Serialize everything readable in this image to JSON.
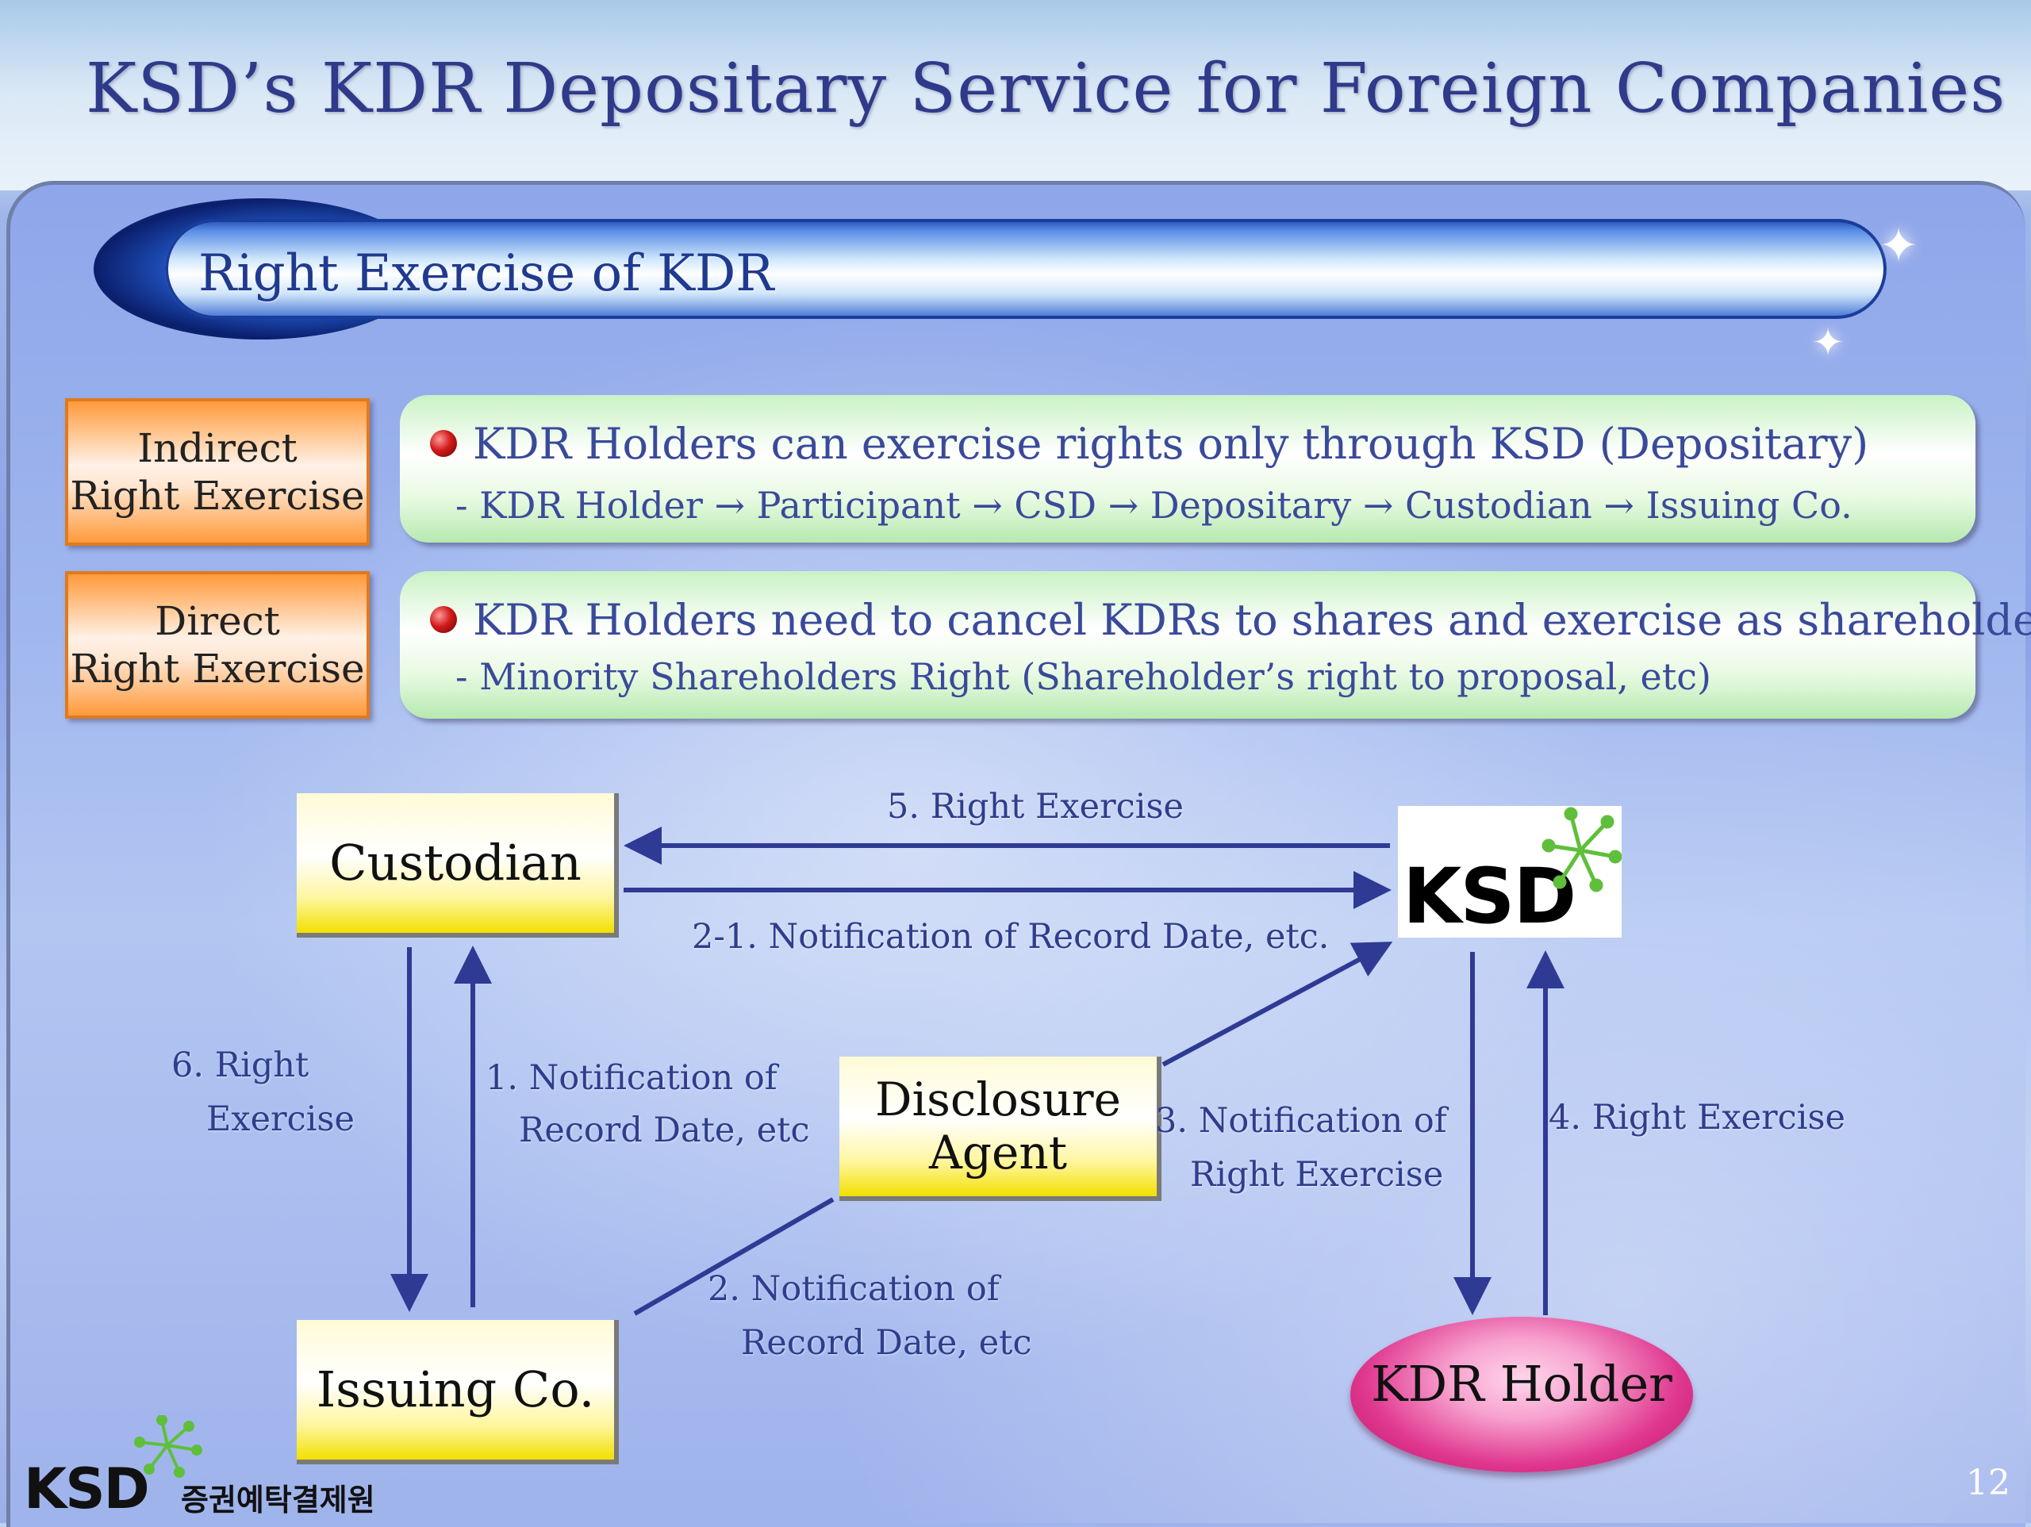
{
  "title": "KSD’s KDR Depositary Service for Foreign Companies",
  "section": {
    "title": "Right Exercise of KDR"
  },
  "rows": [
    {
      "label_line1": "Indirect",
      "label_line2": "Right Exercise",
      "line1": "KDR Holders can exercise rights only through KSD (Depositary)",
      "line2": "- KDR Holder → Participant → CSD → Depositary → Custodian → Issuing Co."
    },
    {
      "label_line1": "Direct",
      "label_line2": "Right Exercise",
      "line1": "KDR Holders need to cancel KDRs to shares and exercise as shareholders",
      "line2": "- Minority Shareholders Right (Shareholder’s right to proposal, etc)"
    }
  ],
  "diagram": {
    "nodes": {
      "custodian": "Custodian",
      "ksd": "KSD",
      "disclosure_line1": "Disclosure",
      "disclosure_line2": "Agent",
      "issuing": "Issuing Co.",
      "kdr_holder": "KDR Holder"
    },
    "edges": {
      "e5": "5. Right Exercise",
      "e2_1": "2-1. Notification of Record Date, etc.",
      "e6_line1": "6. Right",
      "e6_line2": "Exercise",
      "e1_line1": "1. Notification of",
      "e1_line2": "Record Date, etc",
      "e3_line1": "3. Notification of",
      "e3_line2": "Right Exercise",
      "e4": "4. Right Exercise",
      "e2_line1": "2. Notification of",
      "e2_line2": "Record Date, etc"
    }
  },
  "footer": {
    "logo_text": "KSD",
    "logo_korean": "증권예탁결제원",
    "page_number": "12"
  },
  "colors": {
    "title": "#2f3a8a",
    "arrow": "#2f3a94",
    "node_fill": "#fff6a0",
    "label_orange": "#ff9a3a",
    "info_green": "#c9f2c3",
    "kdr_holder_pink": "#e0378f",
    "ksd_green": "#5fbf3a"
  }
}
